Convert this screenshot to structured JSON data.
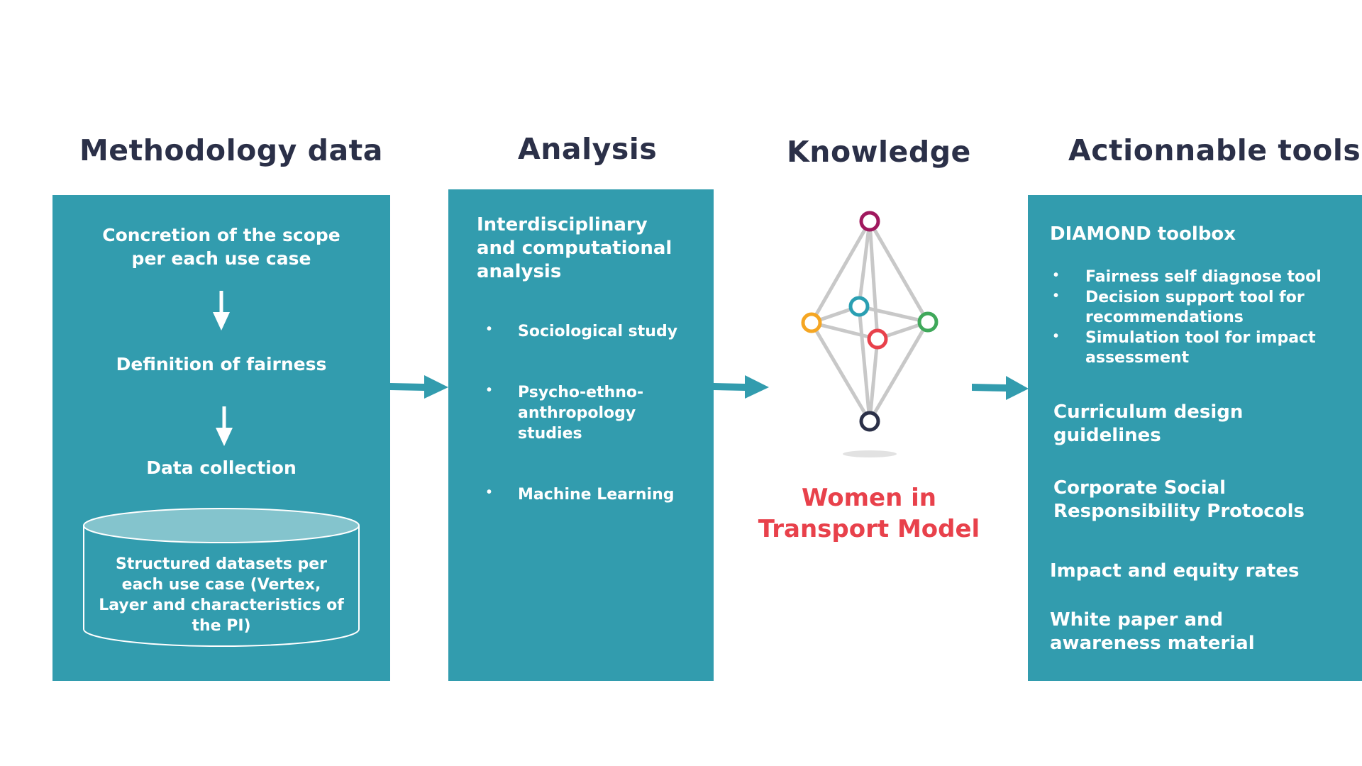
{
  "columns": {
    "methodology": {
      "title": "Methodology data",
      "steps": [
        {
          "label": "Concretion of the scope\nper each use case"
        },
        {
          "label": "Definition of fairness"
        },
        {
          "label": "Data collection"
        }
      ],
      "database_label": "Structured datasets per\neach use case (Vertex,\nLayer and characteristics of\nthe PI)"
    },
    "analysis": {
      "title": "Analysis",
      "heading": "Interdisciplinary\nand computational\nanalysis",
      "items": [
        "Sociological study",
        "Psycho-ethno-\nanthropology\nstudies",
        "Machine Learning"
      ]
    },
    "knowledge": {
      "title": "Knowledge",
      "model_label": "Women in\nTransport Model",
      "node_colors": {
        "top": "#a0185e",
        "left": "#f5a623",
        "center": "#2a9fb2",
        "inner": "#e8414b",
        "right": "#3fa85a",
        "bottom": "#2b3048"
      }
    },
    "tools": {
      "title": "Actionnable tools",
      "toolbox_heading": "DIAMOND toolbox",
      "toolbox_items": [
        "Fairness self diagnose tool",
        "Decision support tool for\nrecommendations",
        "Simulation tool for impact\nassessment"
      ],
      "other_items": [
        "Curriculum design\nguidelines",
        "Corporate Social\nResponsibility Protocols",
        "Impact and equity rates",
        "White paper and\nawareness material"
      ]
    }
  },
  "colors": {
    "box": "#329cae",
    "title": "#2b3048",
    "model_label": "#e8414b",
    "edge": "#c8c8c8"
  }
}
